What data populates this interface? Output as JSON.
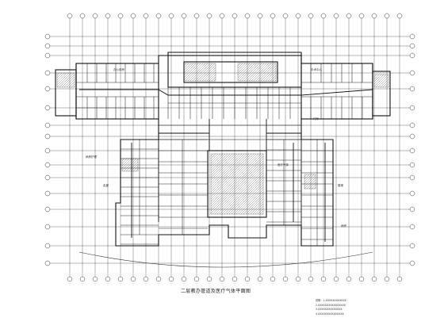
{
  "drawing": {
    "title": "二层教办管道及医疗气体平面图",
    "notes": [
      "说明：1.XXXXXXXXXXXX",
      "2.XXXXXXXXXXXXXXXX",
      "3.XXXXXXXXXXXXXX",
      "4.XXXXXXXXXXXXXXX"
    ],
    "room_labels": [
      "办公用房",
      "手术中心",
      "病房护理",
      "走廊",
      "楼梯",
      "医疗气体",
      "门厅",
      "病房"
    ],
    "colors": {
      "line": "#1a1a1a",
      "grid": "#444444",
      "background": "#ffffff"
    }
  }
}
